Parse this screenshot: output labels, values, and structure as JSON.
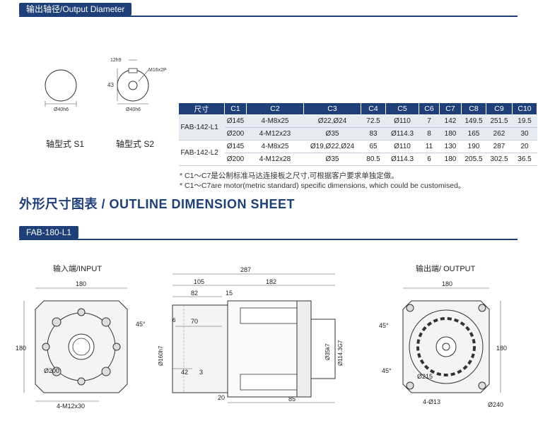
{
  "shaft_section": {
    "header": "输出轴径/Output Diameter",
    "s1": {
      "label": "轴型式  S1",
      "dia": "Ø40h6"
    },
    "s2": {
      "label": "轴型式  S2",
      "dia": "Ø40h6",
      "key_w": "12h9",
      "thread": "M16x2P",
      "height": "43"
    }
  },
  "table": {
    "headers": [
      "尺寸",
      "C1",
      "C2",
      "C3",
      "C4",
      "C5",
      "C6",
      "C7",
      "C8",
      "C9",
      "C10"
    ],
    "groups": [
      {
        "model": "FAB-142-L1",
        "rows": [
          [
            "Ø145",
            "4-M8x25",
            "Ø22,Ø24",
            "72.5",
            "Ø110",
            "7",
            "142",
            "149.5",
            "251.5",
            "19.5"
          ],
          [
            "Ø200",
            "4-M12x23",
            "Ø35",
            "83",
            "Ø114.3",
            "8",
            "180",
            "165",
            "262",
            "30"
          ]
        ]
      },
      {
        "model": "FAB-142-L2",
        "rows": [
          [
            "Ø145",
            "4-M8x25",
            "Ø19,Ø22,Ø24",
            "65",
            "Ø110",
            "11",
            "130",
            "190",
            "287",
            "20"
          ],
          [
            "Ø200",
            "4-M12x28",
            "Ø35",
            "80.5",
            "Ø114.3",
            "6",
            "180",
            "205.5",
            "302.5",
            "36.5"
          ]
        ]
      }
    ],
    "note1": "* C1～C7是公制标准马达连接板之尺寸,可根据客户要求单独定做。",
    "note2": "* C1～C7are motor(metric standard)  specific dimensions, which could be customised。"
  },
  "outline": {
    "title": "外形尺寸图表 / OUTLINE DIMENSION SHEET",
    "model_tab": "FAB-180-L1",
    "input": {
      "label": "输入端/INPUT",
      "width": "180",
      "height": "180",
      "angle": "45°",
      "pcd": "Ø200",
      "holes": "4-M12x30"
    },
    "side": {
      "total": "287",
      "d105": "105",
      "d182": "182",
      "d82": "82",
      "d15": "15",
      "d6": "6",
      "d70": "70",
      "d42": "42",
      "d3": "3",
      "d20": "20",
      "d85": "85",
      "phi160": "Ø160h7",
      "phi35": "Ø35k7",
      "phi114": "Ø114.3G7"
    },
    "output": {
      "label": "输出端/ OUTPUT",
      "width": "180",
      "height": "180",
      "angle1": "45°",
      "angle2": "45°",
      "pcd": "Ø215",
      "holes": "4-Ø13",
      "flange": "Ø240"
    }
  }
}
